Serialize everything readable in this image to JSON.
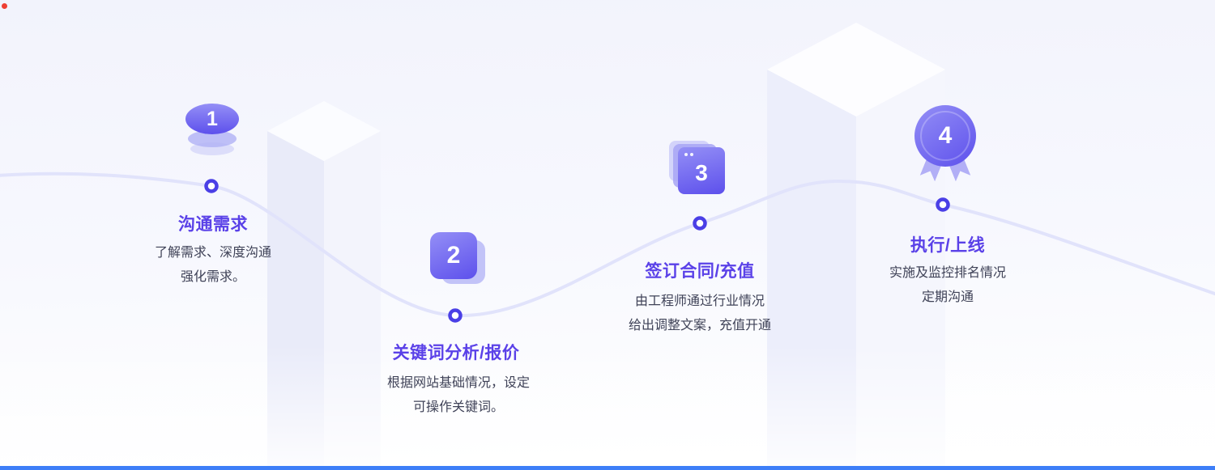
{
  "theme": {
    "accent": "#5a41e8",
    "body-text": "#3f4257",
    "wave": "#e1e3fb",
    "node-ring": "#4a3fe6",
    "icon-grad-a": "#948ff6",
    "icon-grad-b": "#5d50ec",
    "bottom-bar": "#3d7ef8",
    "corner-dot": "#ee3f33"
  },
  "steps": [
    {
      "number": "1",
      "title": "沟通需求",
      "lines": [
        "了解需求、深度沟通",
        "强化需求。"
      ],
      "icon": "coin-stack-icon"
    },
    {
      "number": "2",
      "title": "关键词分析/报价",
      "lines": [
        "根据网站基础情况，设定",
        "可操作关键词。"
      ],
      "icon": "layered-cards-icon"
    },
    {
      "number": "3",
      "title": "签订合同/充值",
      "lines": [
        "由工程师通过行业情况",
        "给出调整文案，充值开通"
      ],
      "icon": "browser-windows-icon"
    },
    {
      "number": "4",
      "title": "执行/上线",
      "lines": [
        "实施及监控排名情况",
        "定期沟通"
      ],
      "icon": "medal-icon"
    }
  ]
}
